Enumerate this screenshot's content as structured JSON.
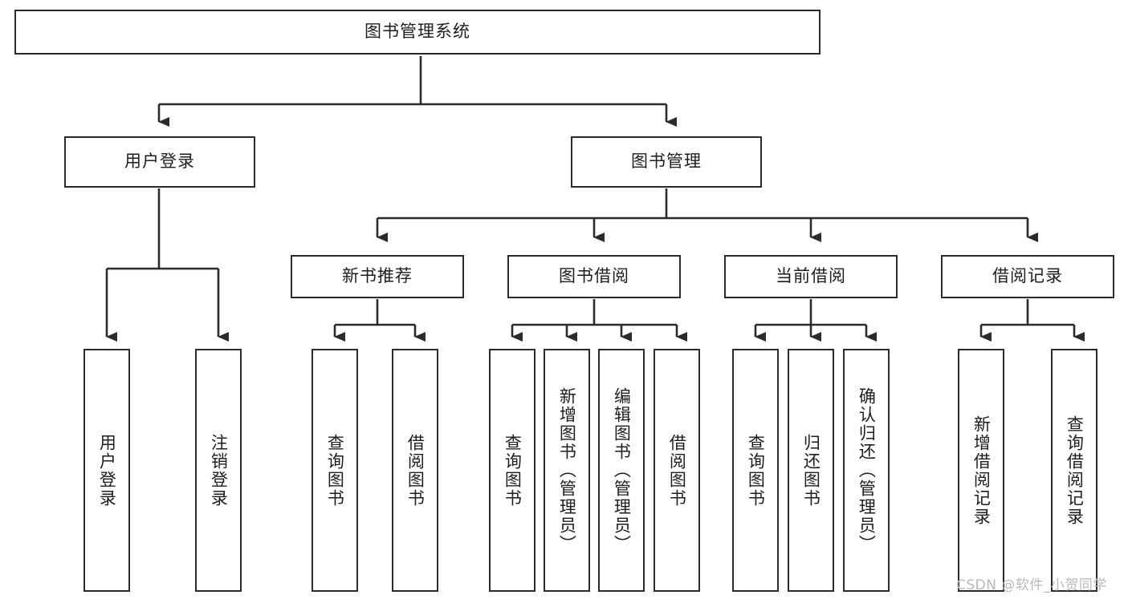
{
  "diagram": {
    "type": "tree-hierarchy",
    "title": "图书管理系统",
    "orientation": "top-down",
    "colors": {
      "stroke": "#2b2b2b",
      "fill": "#ffffff",
      "text": "#1d1d1d",
      "watermark": "#b9b9b9"
    },
    "root": {
      "label": "图书管理系统"
    },
    "level2": [
      {
        "id": "user-login",
        "label": "用户登录"
      },
      {
        "id": "book-manage",
        "label": "图书管理"
      }
    ],
    "level3": [
      {
        "id": "new-book-rec",
        "label": "新书推荐",
        "parent": "book-manage"
      },
      {
        "id": "book-borrow",
        "label": "图书借阅",
        "parent": "book-manage"
      },
      {
        "id": "current-borrow",
        "label": "当前借阅",
        "parent": "book-manage"
      },
      {
        "id": "borrow-record",
        "label": "借阅记录",
        "parent": "book-manage"
      }
    ],
    "leaves": [
      {
        "id": "leaf-user-login",
        "label": "用户登录",
        "parent": "user-login"
      },
      {
        "id": "leaf-logout-login",
        "label": "注销登录",
        "parent": "user-login"
      },
      {
        "id": "leaf-query-book-1",
        "label": "查询图书",
        "parent": "new-book-rec"
      },
      {
        "id": "leaf-borrow-book-1",
        "label": "借阅图书",
        "parent": "new-book-rec"
      },
      {
        "id": "leaf-query-book-2",
        "label": "查询图书",
        "parent": "book-borrow"
      },
      {
        "id": "leaf-add-book",
        "label": "新增图书（管理员）",
        "parent": "book-borrow"
      },
      {
        "id": "leaf-edit-book",
        "label": "编辑图书（管理员）",
        "parent": "book-borrow"
      },
      {
        "id": "leaf-borrow-book-2",
        "label": "借阅图书",
        "parent": "book-borrow"
      },
      {
        "id": "leaf-query-book-3",
        "label": "查询图书",
        "parent": "current-borrow"
      },
      {
        "id": "leaf-return-book",
        "label": "归还图书",
        "parent": "current-borrow"
      },
      {
        "id": "leaf-confirm-return",
        "label": "确认归还（管理员）",
        "parent": "current-borrow"
      },
      {
        "id": "leaf-add-record",
        "label": "新增借阅记录",
        "parent": "borrow-record"
      },
      {
        "id": "leaf-query-record",
        "label": "查询借阅记录",
        "parent": "borrow-record"
      }
    ],
    "watermark": "CSDN @软件_小贺同学"
  }
}
